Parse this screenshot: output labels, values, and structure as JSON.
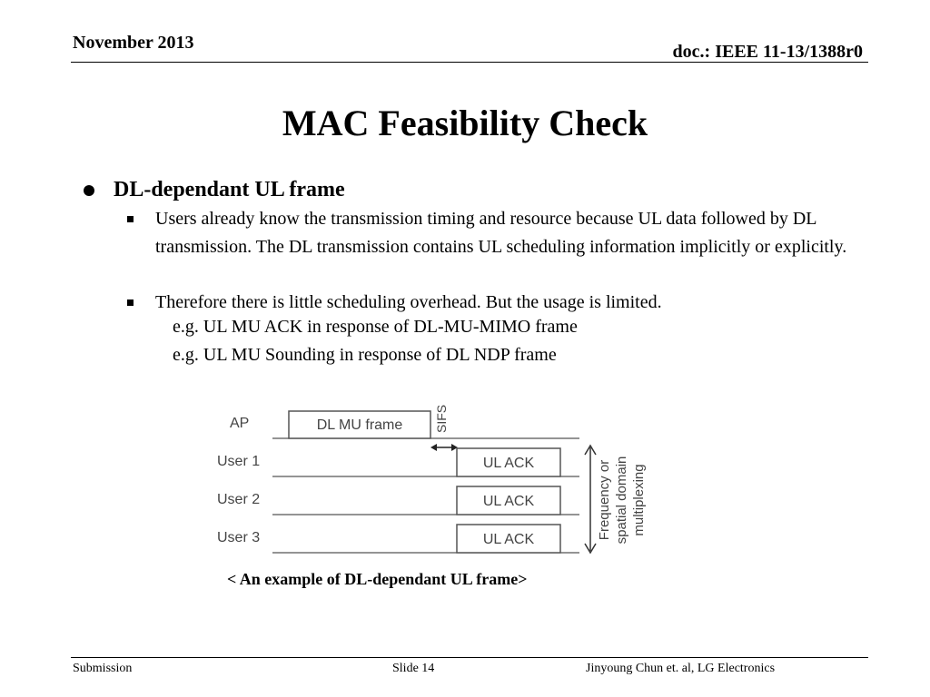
{
  "header": {
    "date": "November 2013",
    "doc": "doc.: IEEE 11-13/1388r0"
  },
  "slide": {
    "title": "MAC Feasibility Check",
    "bullet": "DL-dependant UL frame",
    "sub_bullets": [
      "Users already know the transmission timing and resource because UL data followed by DL transmission. The DL transmission contains UL scheduling information implicitly or explicitly.",
      "Therefore there is little scheduling overhead. But the usage is limited."
    ],
    "examples": [
      "e.g. UL MU ACK in response of DL-MU-MIMO frame",
      "e.g. UL MU Sounding in response of DL NDP frame"
    ],
    "caption": "< An example of DL-dependant UL frame>"
  },
  "diagram": {
    "rows": [
      "AP",
      "User 1",
      "User 2",
      "User 3"
    ],
    "dl_frame": "DL MU frame",
    "sifs": "SIFS",
    "ack_label": "UL ACK",
    "side_label_lines": [
      "Frequency or",
      "spatial domain",
      "multiplexing"
    ]
  },
  "footer": {
    "left": "Submission",
    "center": "Slide 14",
    "right": "Jinyoung Chun et. al, LG Electronics"
  }
}
